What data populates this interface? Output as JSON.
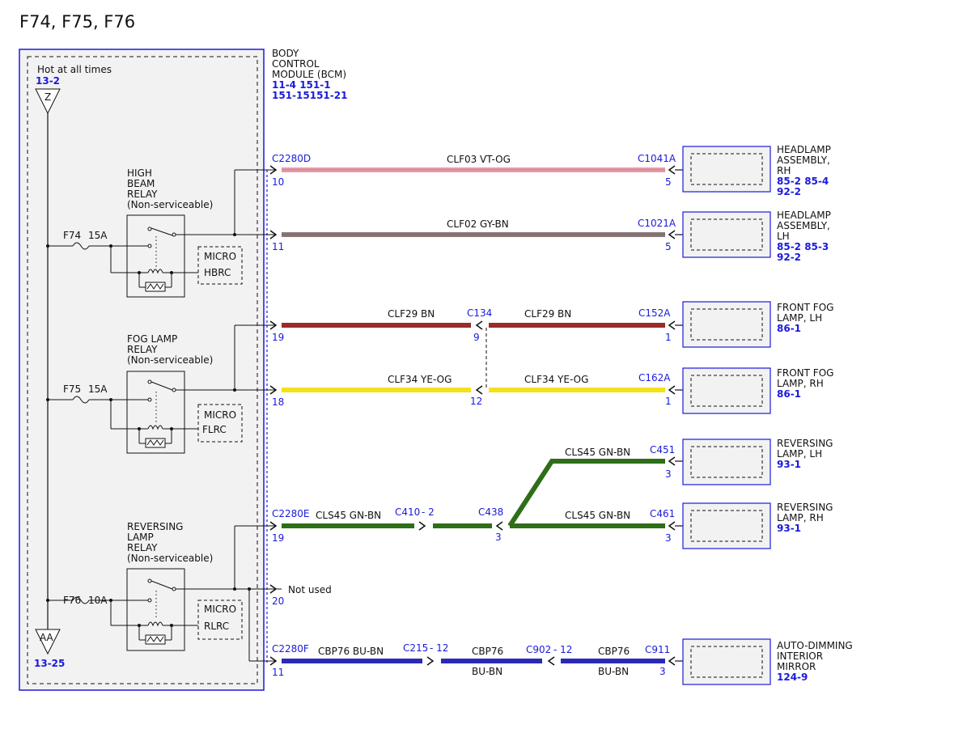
{
  "title": "F74, F75, F76",
  "bcm": {
    "name_lines": [
      "BODY",
      "CONTROL",
      "MODULE (BCM)"
    ],
    "refs_line1": "11-4  151-1",
    "refs_line2": "151-15151-21"
  },
  "power": {
    "label": "Hot at all times",
    "top_ref": "13-2",
    "top_symbol": "Z",
    "bottom_symbol": "AA",
    "bottom_ref": "13-25"
  },
  "relays": [
    {
      "name_lines": [
        "HIGH",
        "BEAM",
        "RELAY",
        "(Non-serviceable)"
      ],
      "fuse": "F74",
      "rating": "15A",
      "micro": "MICRO",
      "micro_code": "HBRC"
    },
    {
      "name_lines": [
        "FOG LAMP",
        "RELAY",
        "(Non-serviceable)"
      ],
      "fuse": "F75",
      "rating": "15A",
      "micro": "MICRO",
      "micro_code": "FLRC"
    },
    {
      "name_lines": [
        "REVERSING",
        "LAMP",
        "RELAY",
        "(Non-serviceable)"
      ],
      "fuse": "F76",
      "rating": "10A",
      "micro": "MICRO",
      "micro_code": "RLRC"
    }
  ],
  "connectors": {
    "c2280d": "C2280D",
    "c2280e": "C2280E",
    "c2280f": "C2280F",
    "c1041a": "C1041A",
    "c1021a": "C1021A",
    "c134": "C134",
    "c152a": "C152A",
    "c162a": "C162A",
    "c410": "C410",
    "c438": "C438",
    "c451": "C451",
    "c461": "C461",
    "c215": "C215",
    "c902": "C902",
    "c911": "C911"
  },
  "pins": {
    "p10": "10",
    "p11a": "11",
    "p19a": "19",
    "p18": "18",
    "p19b": "19",
    "p20": "20",
    "p11b": "11",
    "p5a": "5",
    "p5b": "5",
    "p9": "9",
    "p12a": "12",
    "p1a": "1",
    "p1b": "1",
    "p2": "- 2",
    "p3a": "3",
    "p3b": "3",
    "p3c": "3",
    "p3d": "3",
    "p12b": "- 12",
    "p12c": "- 12"
  },
  "wires": {
    "w1": "CLF03   VT-OG",
    "w2": "CLF02   GY-BN",
    "w3a": "CLF29   BN",
    "w3b": "CLF29   BN",
    "w4a": "CLF34   YE-OG",
    "w4b": "CLF34   YE-OG",
    "w5a": "CLS45   GN-BN",
    "w5b": "CLS45   GN-BN",
    "w5c": "CLS45   GN-BN",
    "w6a": "CBP76   BU-BN",
    "w6b_code": "CBP76",
    "w6b_color": "BU-BN",
    "w6c_code": "CBP76",
    "w6c_color": "BU-BN"
  },
  "not_used": "Not used",
  "components": [
    {
      "name_lines": [
        "HEADLAMP",
        "ASSEMBLY,",
        "RH"
      ],
      "ref1": "85-2  85-4",
      "ref2": "92-2"
    },
    {
      "name_lines": [
        "HEADLAMP",
        "ASSEMBLY,",
        "LH"
      ],
      "ref1": "85-2  85-3",
      "ref2": "92-2"
    },
    {
      "name_lines": [
        "FRONT FOG",
        "LAMP, LH"
      ],
      "ref1": "86-1",
      "ref2": ""
    },
    {
      "name_lines": [
        "FRONT FOG",
        "LAMP, RH"
      ],
      "ref1": "86-1",
      "ref2": ""
    },
    {
      "name_lines": [
        "REVERSING",
        "LAMP, LH"
      ],
      "ref1": "93-1",
      "ref2": ""
    },
    {
      "name_lines": [
        "REVERSING",
        "LAMP, RH"
      ],
      "ref1": "93-1",
      "ref2": ""
    },
    {
      "name_lines": [
        "AUTO-DIMMING",
        "INTERIOR",
        "MIRROR"
      ],
      "ref1": "124-9",
      "ref2": ""
    }
  ],
  "colors": {
    "vt_og": "#e89aaa",
    "gy_bn": "#8a7a78",
    "bn": "#9b2a2a",
    "ye_og": "#f2e21a",
    "gn_bn": "#2e6e18",
    "bu_bn": "#2a2ab8",
    "blue": "#1a1adc"
  }
}
